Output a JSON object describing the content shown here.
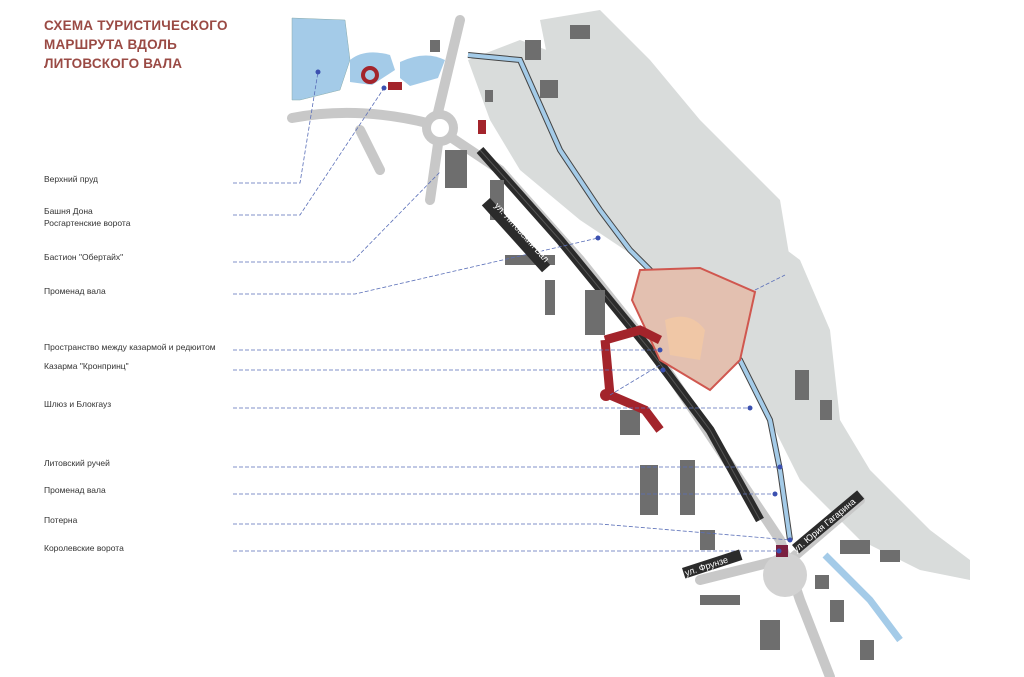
{
  "title": {
    "lines": [
      "СХЕМА ТУРИСТИЧЕСКОГО",
      "МАРШРУТА ВДОЛЬ",
      "ЛИТОВСКОГО ВАЛА"
    ]
  },
  "legend": [
    {
      "label": "Верхний пруд"
    },
    {
      "label": "Башня Дона",
      "label2": "Росгартенские ворота"
    },
    {
      "label": "Бастион \"Обертайх\""
    },
    {
      "label": "Променад вала"
    },
    {
      "label": "Пространство между казармой и редюитом"
    },
    {
      "label": "Казарма \"Кронпринц\""
    },
    {
      "label": "Шлюз и Блокгауз"
    },
    {
      "label": "Литовский ручей"
    },
    {
      "label": "Променад вала"
    },
    {
      "label": "Потерна"
    },
    {
      "label": "Королевские ворота"
    }
  ],
  "streets": {
    "litovsky_val": "ул. Литовский Вал",
    "gagarina": "ул. Юрия Гагарина",
    "frunze": "ул. Фрунзе"
  },
  "colors": {
    "title": "#9a4a44",
    "water": "#a4cbe8",
    "greenery": "#d9dcdb",
    "buildings": "#6e6e6e",
    "route": "#a3242b",
    "leader": "#5a6fb8"
  }
}
